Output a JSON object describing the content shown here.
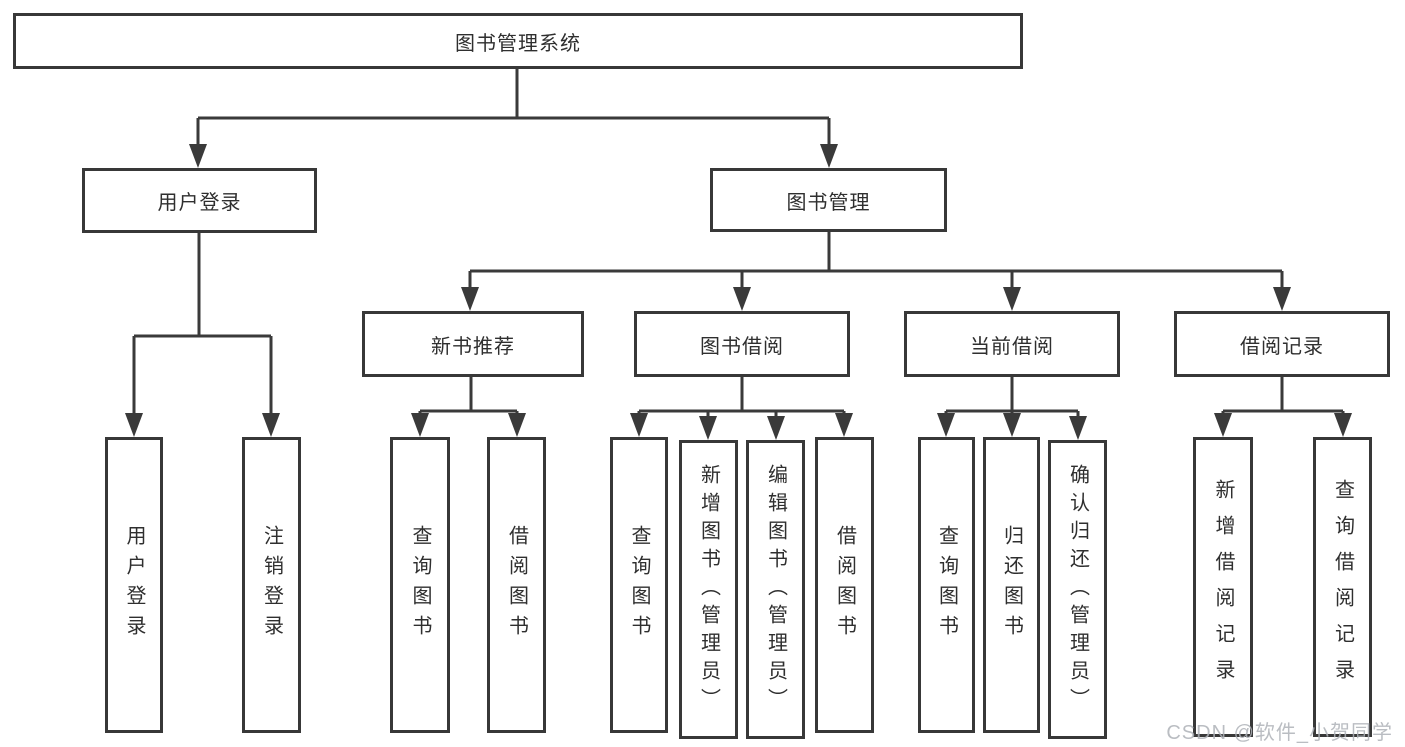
{
  "diagram": {
    "root": "图书管理系统",
    "user_login": {
      "label": "用户登录",
      "children": {
        "login": "用户登录",
        "logout": "注销登录"
      }
    },
    "book_management": {
      "label": "图书管理",
      "recommend": {
        "label": "新书推荐",
        "children": {
          "query": "查询图书",
          "borrow": "借阅图书"
        }
      },
      "borrow": {
        "label": "图书借阅",
        "children": {
          "query": "查询图书",
          "add": "新增图书（管理员）",
          "edit": "编辑图书（管理员）",
          "borrow": "借阅图书"
        }
      },
      "current": {
        "label": "当前借阅",
        "children": {
          "query": "查询图书",
          "return": "归还图书",
          "confirm": "确认归还（管理员）"
        }
      },
      "record": {
        "label": "借阅记录",
        "children": {
          "add": "新增借阅记录",
          "query": "查询借阅记录"
        }
      }
    }
  },
  "watermark": "CSDN @软件_小贺同学",
  "colors": {
    "line": "#3a3a3a",
    "box_border": "#383838",
    "text": "#2f2f2f",
    "watermark": "#aeb2b8",
    "background": "#ffffff"
  }
}
